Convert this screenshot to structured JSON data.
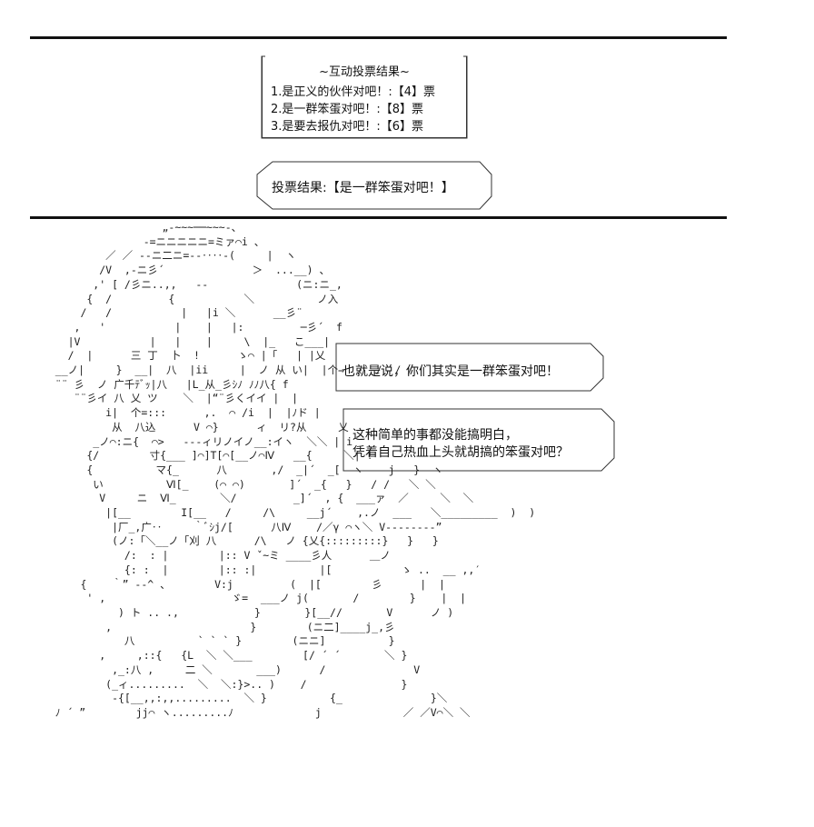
{
  "vote_results": {
    "title": "~互动投票结果~",
    "options": [
      {
        "text": "1.是正义的伙伴对吧！:【4】票"
      },
      {
        "text": "2.是一群笨蛋对吧！:【8】票"
      },
      {
        "text": "3.是要去报仇对吧！:【6】票"
      }
    ]
  },
  "final_result": {
    "text": "投票结果:【是一群笨蛋对吧！】"
  },
  "speech": {
    "bubble1": "也就是说，你们其实是一群笨蛋对吧！",
    "bubble2_line1": "这种简单的事都没能搞明白，",
    "bubble2_line2": "凭着自己热血上头就胡搞的笨蛋对吧？"
  },
  "ascii_art": {
    "lines": [
      "                    „-~~~──~~~-、",
      "                 -=ニニニニニ=ミァ⌒i 、",
      "           ／ ／ --ニ二ニ=--‥‥-(     |  ヽ",
      "          /V  ,-ニ彡´              ＞  ...__) 、",
      "         ,' [ /彡ニ..,,   --              (ニ:ニ_,",
      "        {  /         {           ＼          ノ入",
      "       /   /           |   |i ＼      __彡¨",
      "      ,   '           |    |   |:         ─彡´  f",
      "     |V           |   |    |     \\  |_   こ___|",
      "     /  |      三 丁  卜  !      ゝ⌒ |「   | |乂",
      "   __ノ|     }  __|  八  |ii     |  ノ 从 い|  |个⇒  /  /  / /",
      "   ¨¨ 彡  ノ 广千ﾃﾞｯ|八   |L_从_彡ｼﾉ ﾉﾉ八{ f",
      "      ¨¨彡イ 八 乂 ツ    ＼  |“¨彡くイイ |  |",
      "           i|  个=:::      ,.  ⌒ /i  |  |ﾉド |",
      "            从  八込      V ⌒}      ィ  リ?从     乂",
      "         _ノ⌒:ニ{  ⌒>   --‐ィリノイノ__:イヽ  ＼＼ | i",
      "        {/        寸{___ ]⌒]T[⌒[__ノ⌒Ⅳ   __{     ＼| !",
      "        {          マ{_      八       ,/  _|´  _[  ヽ    j   }  ヽ",
      "         い          Ⅵ[_    (⌒ ⌒)       ]´  _{   }   / /   ＼ ＼",
      "          V     ニ  Ⅵ_       ＼/         _]´  , {  ___ァ  ／     ＼  ＼",
      "           |[__        I[__   /     /\\     __j´    ,.ノ  ___   ＼_________  )  )",
      "            |厂_,广‥     ｀ﾞｼj/[      八Ⅳ    /／γ ⌒ヽ＼ V--------”",
      "            (ノ:「＼__ノ「刈 八      /\\   ノ {乂{:::::::::}   }   }",
      "              /:  : |        |:: V ˇ~ミ ____彡人      ＿ノ",
      "              {: :  |        |:: :|          |[           ゝ ..  __ ,,′",
      "       {    ｀” --^ 、       V:j         (  |[        彡      |  |",
      "        ' ,                    ゞ=  ___ノ j(       /        }    |  |",
      "             ) ト .. .,            }       }[__//       V      ノ )",
      "           ,                      }        (ニ二]____j_,彡",
      "              八          ` ` ` }        (ニニ]          }",
      "          ,     ,::{   {L  ＼ ＼___        [/ ´ ´       ＼ }",
      "            ,_:八 ,     二 ＼       ___)      /              V",
      "           (_ィ.........  ＼  ＼:}>.. )    /               }",
      "            -{[__,,:,,.........  ＼ }          {_              }＼",
      "   ﾉ ´ ”        jj⌒ ヽ.........ﾉ             j             ／ ／V⌒＼ ＼"
    ]
  }
}
